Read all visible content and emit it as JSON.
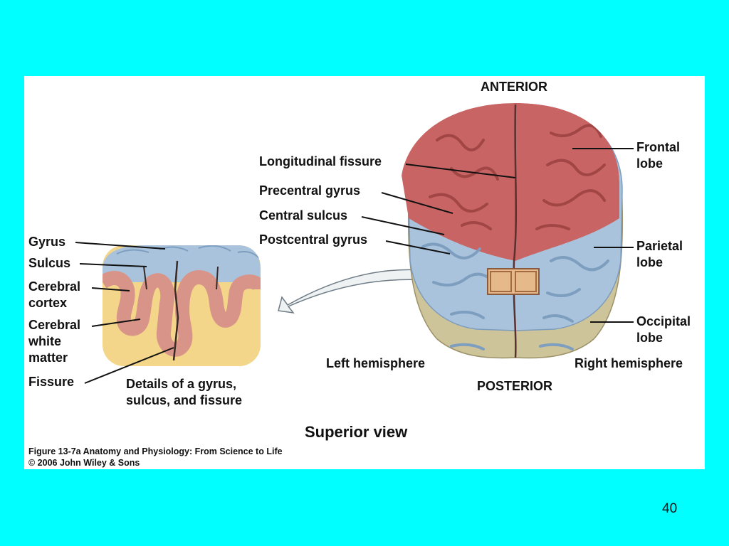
{
  "slide": {
    "background_color": "#00ffff",
    "panel_color": "#ffffff",
    "page_number": "40"
  },
  "figure": {
    "orientation_top": "ANTERIOR",
    "orientation_bottom": "POSTERIOR",
    "left_hemisphere": "Left hemisphere",
    "right_hemisphere": "Right hemisphere",
    "view_title": "Superior view",
    "brain_labels": {
      "longitudinal_fissure": "Longitudinal fissure",
      "precentral_gyrus": "Precentral gyrus",
      "central_sulcus": "Central sulcus",
      "postcentral_gyrus": "Postcentral gyrus",
      "frontal_lobe": [
        "Frontal",
        "lobe"
      ],
      "parietal_lobe": [
        "Parietal",
        "lobe"
      ],
      "occipital_lobe": [
        "Occipital",
        "lobe"
      ]
    },
    "detail_labels": {
      "gyrus": "Gyrus",
      "sulcus": "Sulcus",
      "cerebral_cortex": [
        "Cerebral",
        "cortex"
      ],
      "cerebral_white_matter": [
        "Cerebral",
        "white",
        "matter"
      ],
      "fissure": "Fissure"
    },
    "detail_caption": [
      "Details of a gyrus,",
      "sulcus, and fissure"
    ],
    "credit": [
      "Figure 13-7a  Anatomy and Physiology: From Science to Life",
      "© 2006 John Wiley & Sons"
    ],
    "colors": {
      "frontal_lobe": "#c86464",
      "parietal_lobe": "#a9c3dc",
      "occipital_lobe": "#cdc49a",
      "cortex": "#d89488",
      "white_matter": "#f3d68a"
    }
  }
}
